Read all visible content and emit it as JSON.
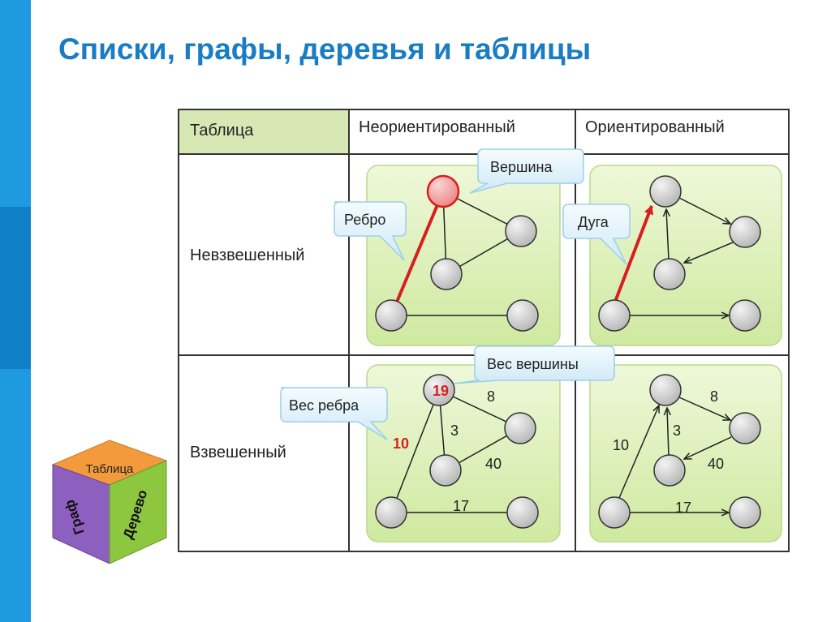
{
  "title": "Списки, графы, деревья и таблицы",
  "table": {
    "corner": "Таблица",
    "col_undirected": "Неориентированный",
    "col_directed": "Ориентированный",
    "row_unweighted": "Невзвешенный",
    "row_weighted": "Взвешенный"
  },
  "callouts": {
    "vertex": "Вершина",
    "edge": "Ребро",
    "arc": "Дуга",
    "vertex_weight": "Вес вершины",
    "edge_weight": "Вес ребра"
  },
  "weights": {
    "vertex_top": "19",
    "edge_left": "10",
    "edge_top_right": "8",
    "edge_middle": "3",
    "edge_right_middle": "40",
    "edge_bottom": "17"
  },
  "cube": {
    "top": "Таблица",
    "left": "Граф",
    "right": "Дерево"
  },
  "colors": {
    "title": "#1a7dc4",
    "accent_red": "#d81f1f",
    "panel_green": "#dcefb4",
    "callout_fill": "#e6f4fb",
    "callout_border": "#9ccfe8"
  }
}
